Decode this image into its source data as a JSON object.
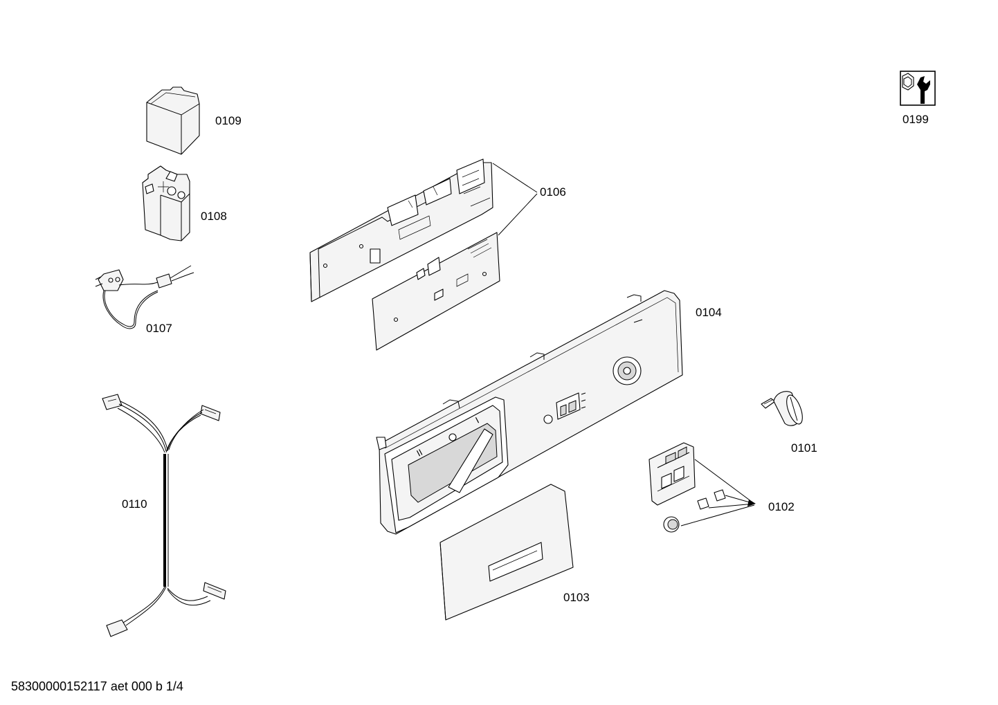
{
  "parts": {
    "p0101": "0101",
    "p0102": "0102",
    "p0103": "0103",
    "p0104": "0104",
    "p0106": "0106",
    "p0107": "0107",
    "p0108": "0108",
    "p0109": "0109",
    "p0110": "0110",
    "p0199": "0199"
  },
  "panel_marks": {
    "slot_left": "II",
    "slot_right": "I"
  },
  "footer": "58300000152117 aet 000 b 1/4",
  "icons": {
    "service": "wrench-nut-icon"
  }
}
